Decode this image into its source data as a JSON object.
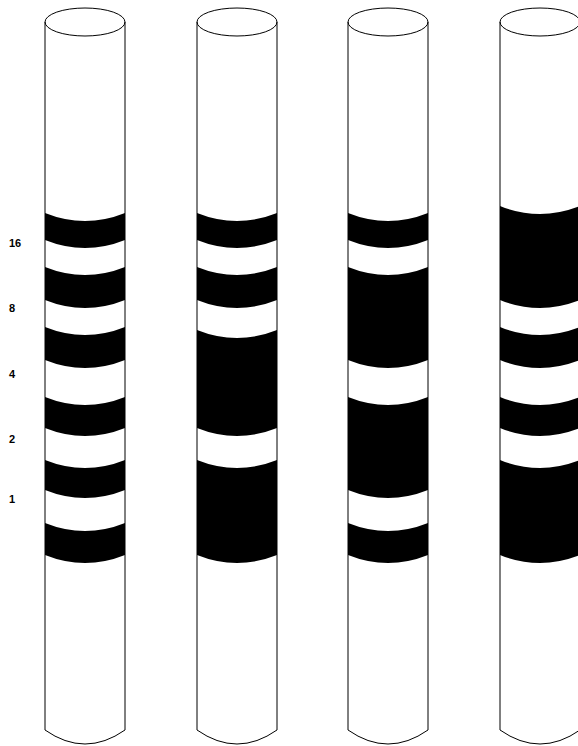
{
  "diagram": {
    "labels": [
      "16",
      "8",
      "4",
      "2",
      "1"
    ]
  }
}
